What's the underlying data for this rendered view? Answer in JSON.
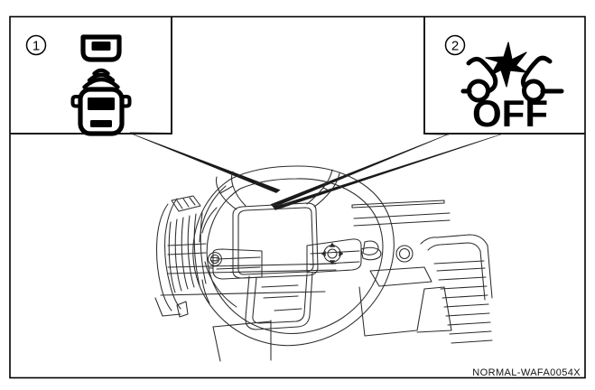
{
  "figure": {
    "title": "Steering wheel switch callouts",
    "caption": "NORMAL-WAFA0054X",
    "frame_color": "#000000",
    "line_color": "#1a1a1a",
    "background": "#ffffff"
  },
  "callouts": [
    {
      "id": "callout-1",
      "number": "①",
      "number_plain": "1",
      "icon_name": "forward-collision-distance-icon",
      "icon_description": "Vehicle emitting radar waves toward a leading vehicle",
      "label": "",
      "position": "left"
    },
    {
      "id": "callout-2",
      "number": "②",
      "number_plain": "2",
      "icon_name": "traction-control-off-icon",
      "icon_description": "Car with skid marks and slip star, marked OFF",
      "label": "OFF",
      "position": "right"
    }
  ],
  "illustration": {
    "name": "steering-wheel-illustration",
    "description": "Line drawing of a steering wheel with left and right switch clusters on the dashboard",
    "parts": [
      {
        "name": "steering-wheel-rim",
        "label": ""
      },
      {
        "name": "steering-wheel-airbag-center",
        "label": ""
      },
      {
        "name": "left-switch-cluster",
        "label": ""
      },
      {
        "name": "right-switch-cluster",
        "label": ""
      },
      {
        "name": "dashboard-vent",
        "label": ""
      },
      {
        "name": "instrument-cluster-hood",
        "label": ""
      }
    ]
  }
}
